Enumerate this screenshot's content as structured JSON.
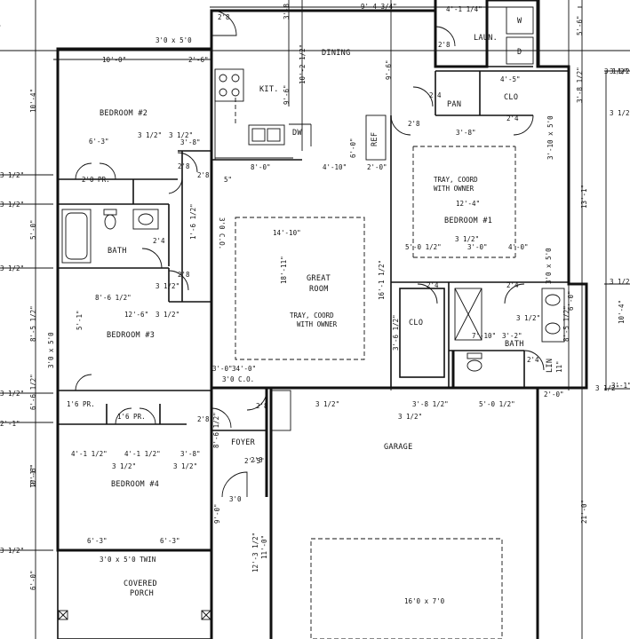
{
  "rooms": {
    "bedroom2": "BEDROOM #2",
    "bedroom3": "BEDROOM #3",
    "bedroom4": "BEDROOM #4",
    "bedroom1": "BEDROOM #1",
    "bath_left": "BATH",
    "bath_right": "BATH",
    "dining": "DINING",
    "kitchen": "KIT.",
    "great_room": [
      "GREAT",
      "ROOM"
    ],
    "garage": "GARAGE",
    "foyer": "FOYER",
    "laundry": "LAUN.",
    "pantry": "PAN",
    "closet_top": "CLO",
    "closet_mid": "CLO",
    "linen": "LIN",
    "covered_porch": [
      "COVERED",
      "PORCH"
    ],
    "dw": "DW",
    "ref": "REF",
    "washer": "W",
    "dryer": "D"
  },
  "notes": {
    "tray_great": [
      "TRAY, COORD",
      "WITH OWNER"
    ],
    "tray_bed1": [
      "TRAY, COORD",
      "WITH OWNER"
    ],
    "window_bed2": "3'0 x 5'0",
    "window_porch": "3'0 x 5'0 TWIN",
    "window_bed3": "3'0 x 5'0",
    "window_bed1": "3'0 x 5'0",
    "garage_door": "16'0 x 7'0",
    "co_hall": "3'0 C.O.",
    "co_foyer": "3'0 C.O.",
    "pr_bed2": "2'0 PR.",
    "pr_bed3": "1'6 PR.",
    "pr_bed4": "1'6 PR.",
    "door_foyer": "3'0"
  },
  "dims": [
    "3'-8 1/2\"",
    "3'-8 1/2\"",
    "9'-4 3/4\"",
    "4'-1 1/4\"",
    "5'-6\"",
    "10'-0\"",
    "2'-6\"",
    "10'-2 1/2\"",
    "9'-6\"",
    "9'-6\"",
    "3 1/2\"",
    "10'-4\"",
    "4'-5\"",
    "3'-8 1/2\"",
    "3 1/2\"",
    "6'-3\"",
    "3 1/2\"",
    "3 1/2\"",
    "3'-8\"",
    "3'-8\"",
    "8'-0\"",
    "4'-10\"",
    "2'-0\"",
    "6'-0\"",
    "3'-10 x 5'0",
    "3 1/2\"",
    "5\"",
    "13'-1\"",
    "12'-4\"",
    "3 1/2\"",
    "5'-0\"",
    "1'-6 1/2\"",
    "14'-10\"",
    "3 1/2\"",
    "5'-0 1/2\"",
    "3'-0\"",
    "4'-0\"",
    "3 1/2\"",
    "18'-11\"",
    "16'-1 1/2\"",
    "3 1/2\"",
    "8'-6 1/2\"",
    "3 1/2\"",
    "12'-6\"",
    "3 1/2\"",
    "6'-0\"",
    "5'-1\"",
    "7'-10\"",
    "3'-2\"",
    "3'-6 1/2\"",
    "8'-5 1/2\"",
    "8'-5 1/2\"",
    "10'-4\"",
    "34'-0\"",
    "3'-0\"",
    "11\"",
    "3'-1\"",
    "3 1/2\"",
    "2'-0\"",
    "3 1/2\"",
    "3 1/2\"",
    "3'-8 1/2\"",
    "5'-0 1/2\"",
    "6'-6 1/2\"",
    "2'-1\"",
    "3 1/2\"",
    "3 1/2\"",
    "4'-1 1/2\"",
    "4'-1 1/2\"",
    "3'-8\"",
    "2'-5\"",
    "3 1/2\"",
    "3 1/2\"",
    "3 1/2\"",
    "8'-6 1/2\"",
    "10'-6\"",
    "9'-0\"",
    "21'-0\"",
    "6'-3\"",
    "6'-3\"",
    "12'-3 1/2\"",
    "11'-0\"",
    "3 1/2\"",
    "6'-0\"",
    "2'-1\""
  ],
  "door_swings": [
    "2'8",
    "2'8",
    "2'8",
    "2'4",
    "2'8",
    "2'4",
    "2'8",
    "2'4",
    "2'4",
    "2'4",
    "2'4",
    "2'8",
    "2'8",
    "2'8",
    "2'8"
  ]
}
